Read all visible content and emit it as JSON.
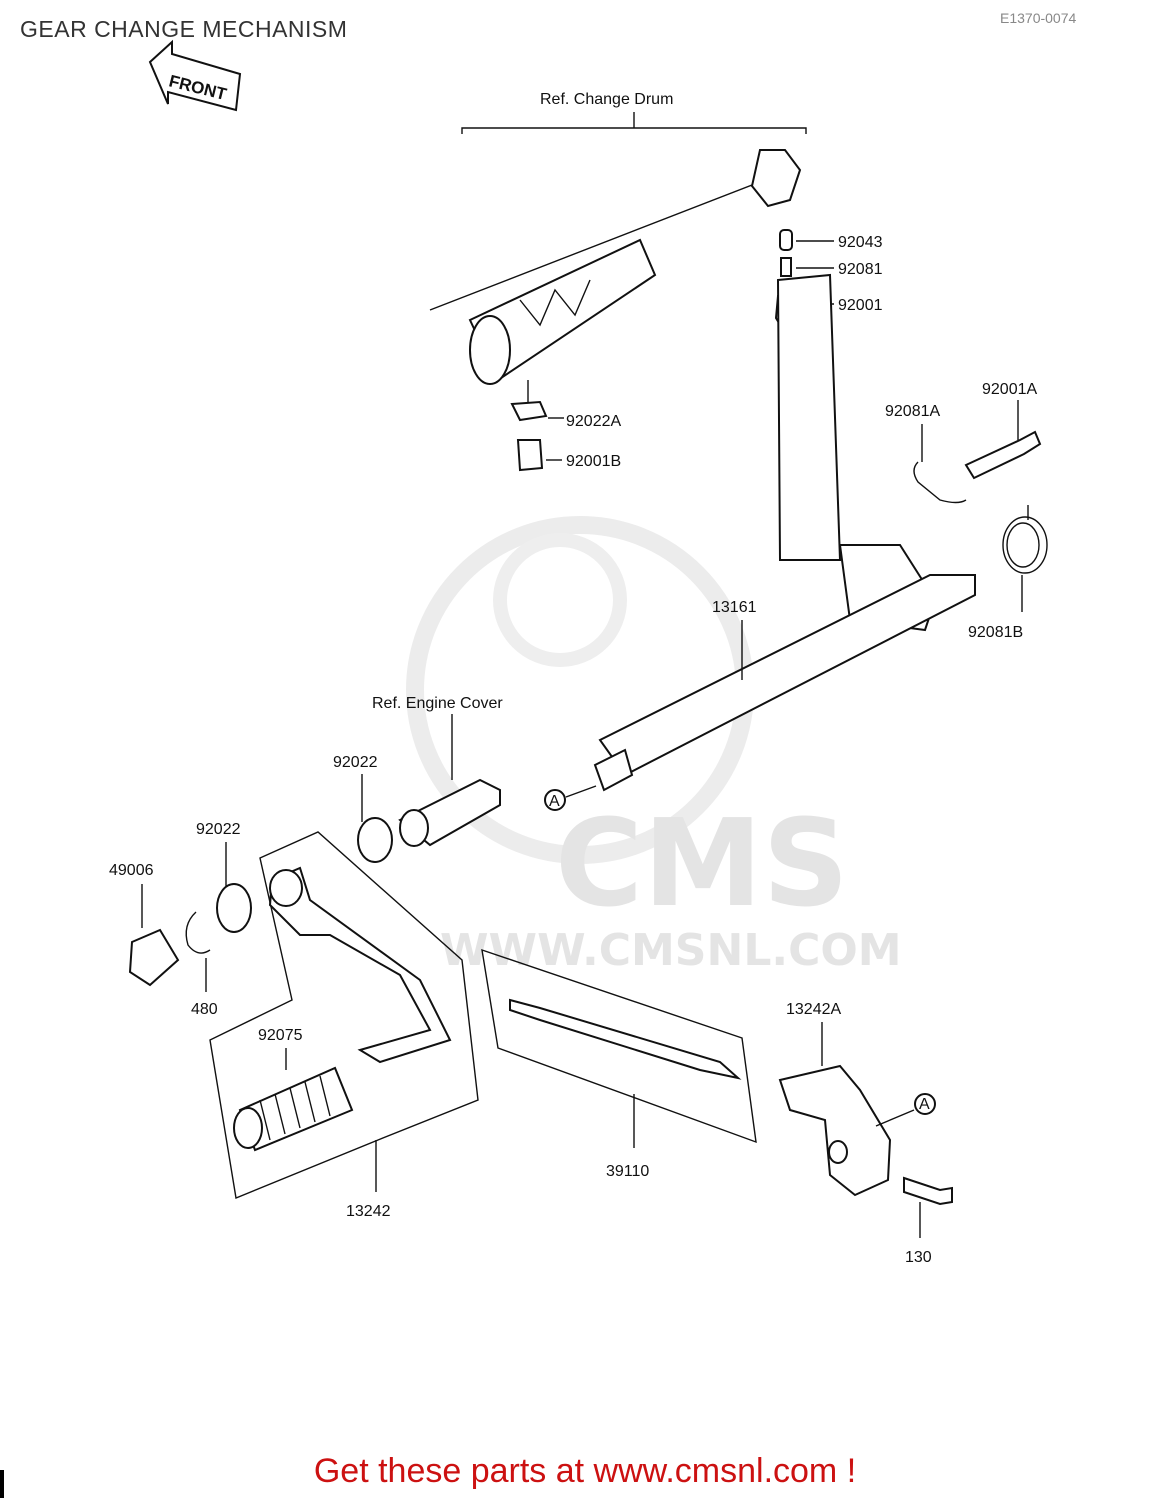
{
  "header": {
    "title": "GEAR CHANGE MECHANISM",
    "diagram_code": "E1370-0074"
  },
  "front_marker": {
    "label": "FRONT"
  },
  "references": {
    "change_drum": "Ref.  Change Drum",
    "engine_cover": "Ref.  Engine Cover"
  },
  "parts": {
    "p92043": "92043",
    "p92081": "92081",
    "p92001": "92001",
    "p92022A": "92022A",
    "p92001B": "92001B",
    "p92081A": "92081A",
    "p92001A": "92001A",
    "p92081B": "92081B",
    "p13161": "13161",
    "p92022_upper": "92022",
    "p92022_lower": "92022",
    "p49006": "49006",
    "p480": "480",
    "p92075": "92075",
    "p13242": "13242",
    "p39110": "39110",
    "p13242A": "13242A",
    "p130": "130"
  },
  "markers": {
    "a_left": "A",
    "a_right": "A"
  },
  "watermark": {
    "brand": "CMS",
    "url": "WWW.CMSNL.COM"
  },
  "footer": {
    "text": "Get these parts at www.cmsnl.com !"
  }
}
